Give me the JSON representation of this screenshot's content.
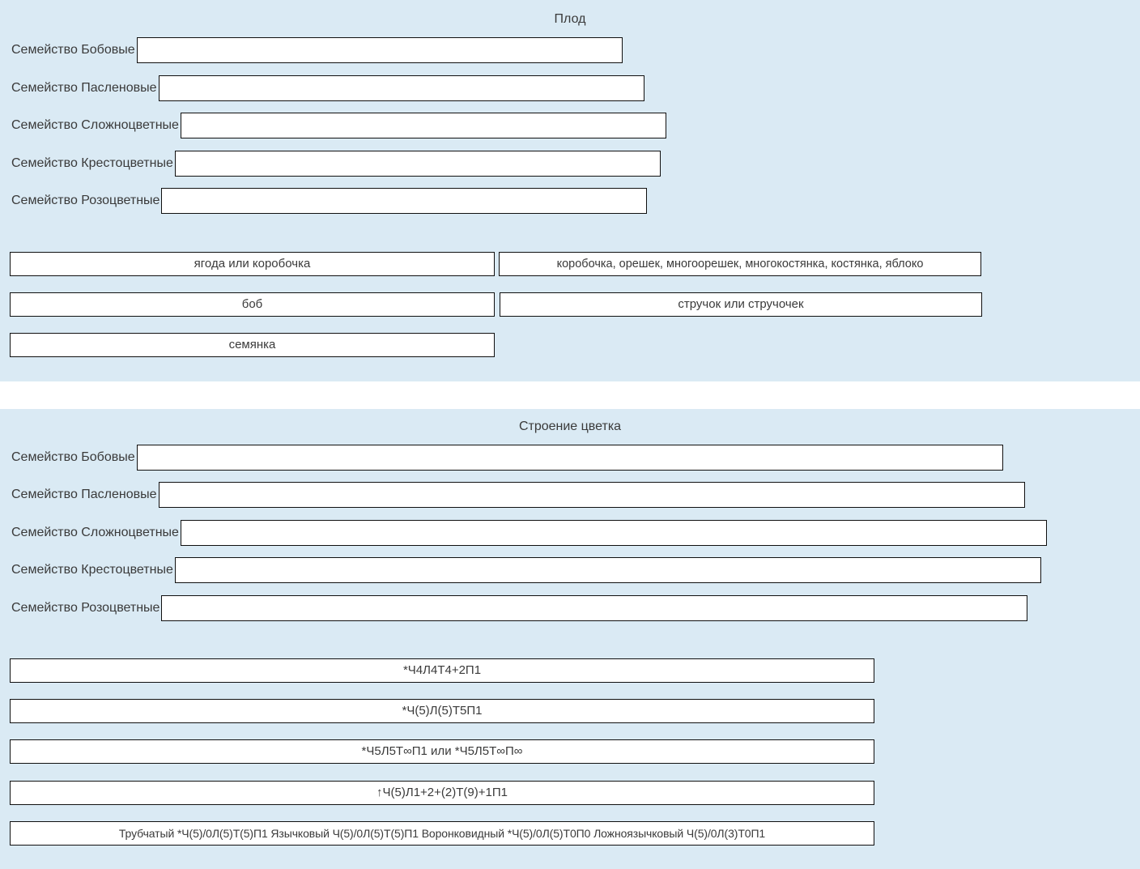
{
  "sections": [
    {
      "id": "fruit",
      "title": "Плод",
      "families": [
        {
          "label": "Семейство Бобовые",
          "value": ""
        },
        {
          "label": "Семейство Пасленовые",
          "value": ""
        },
        {
          "label": "Семейство Сложноцветные",
          "value": ""
        },
        {
          "label": "Семейство Крестоцветные",
          "value": ""
        },
        {
          "label": "Семейство Розоцветные",
          "value": ""
        }
      ],
      "options": [
        {
          "label": "ягода или коробочка"
        },
        {
          "label": "коробочка, орешек, многоорешек, многокостянка, костянка, яблоко"
        },
        {
          "label": "боб"
        },
        {
          "label": "стручок или стручочек"
        },
        {
          "label": "семянка"
        }
      ]
    },
    {
      "id": "flower",
      "title": "Строение цветка",
      "families": [
        {
          "label": "Семейство Бобовые",
          "value": ""
        },
        {
          "label": "Семейство Пасленовые",
          "value": ""
        },
        {
          "label": "Семейство Сложноцветные",
          "value": ""
        },
        {
          "label": "Семейство Крестоцветные",
          "value": ""
        },
        {
          "label": "Семейство Розоцветные",
          "value": ""
        }
      ],
      "options": [
        {
          "label": "*Ч4Л4Т4+2П1"
        },
        {
          "label": "*Ч(5)Л(5)Т5П1"
        },
        {
          "label": "*Ч5Л5Т∞П1 или *Ч5Л5Т∞П∞"
        },
        {
          "label": "↑Ч(5)Л1+2+(2)Т(9)+1П1"
        },
        {
          "label": "Трубчатый *Ч(5)/0Л(5)Т(5)П1 Язычковый Ч(5)/0Л(5)Т(5)П1 Воронковидный *Ч(5)/0Л(5)Т0П0 Ложноязычковый Ч(5)/0Л(3)Т0П1"
        }
      ]
    }
  ],
  "colors": {
    "panel_background": "#daeaf4",
    "page_background": "#ffffff",
    "box_border": "#101010",
    "box_fill": "#ffffff",
    "text": "#3a3a3a"
  }
}
